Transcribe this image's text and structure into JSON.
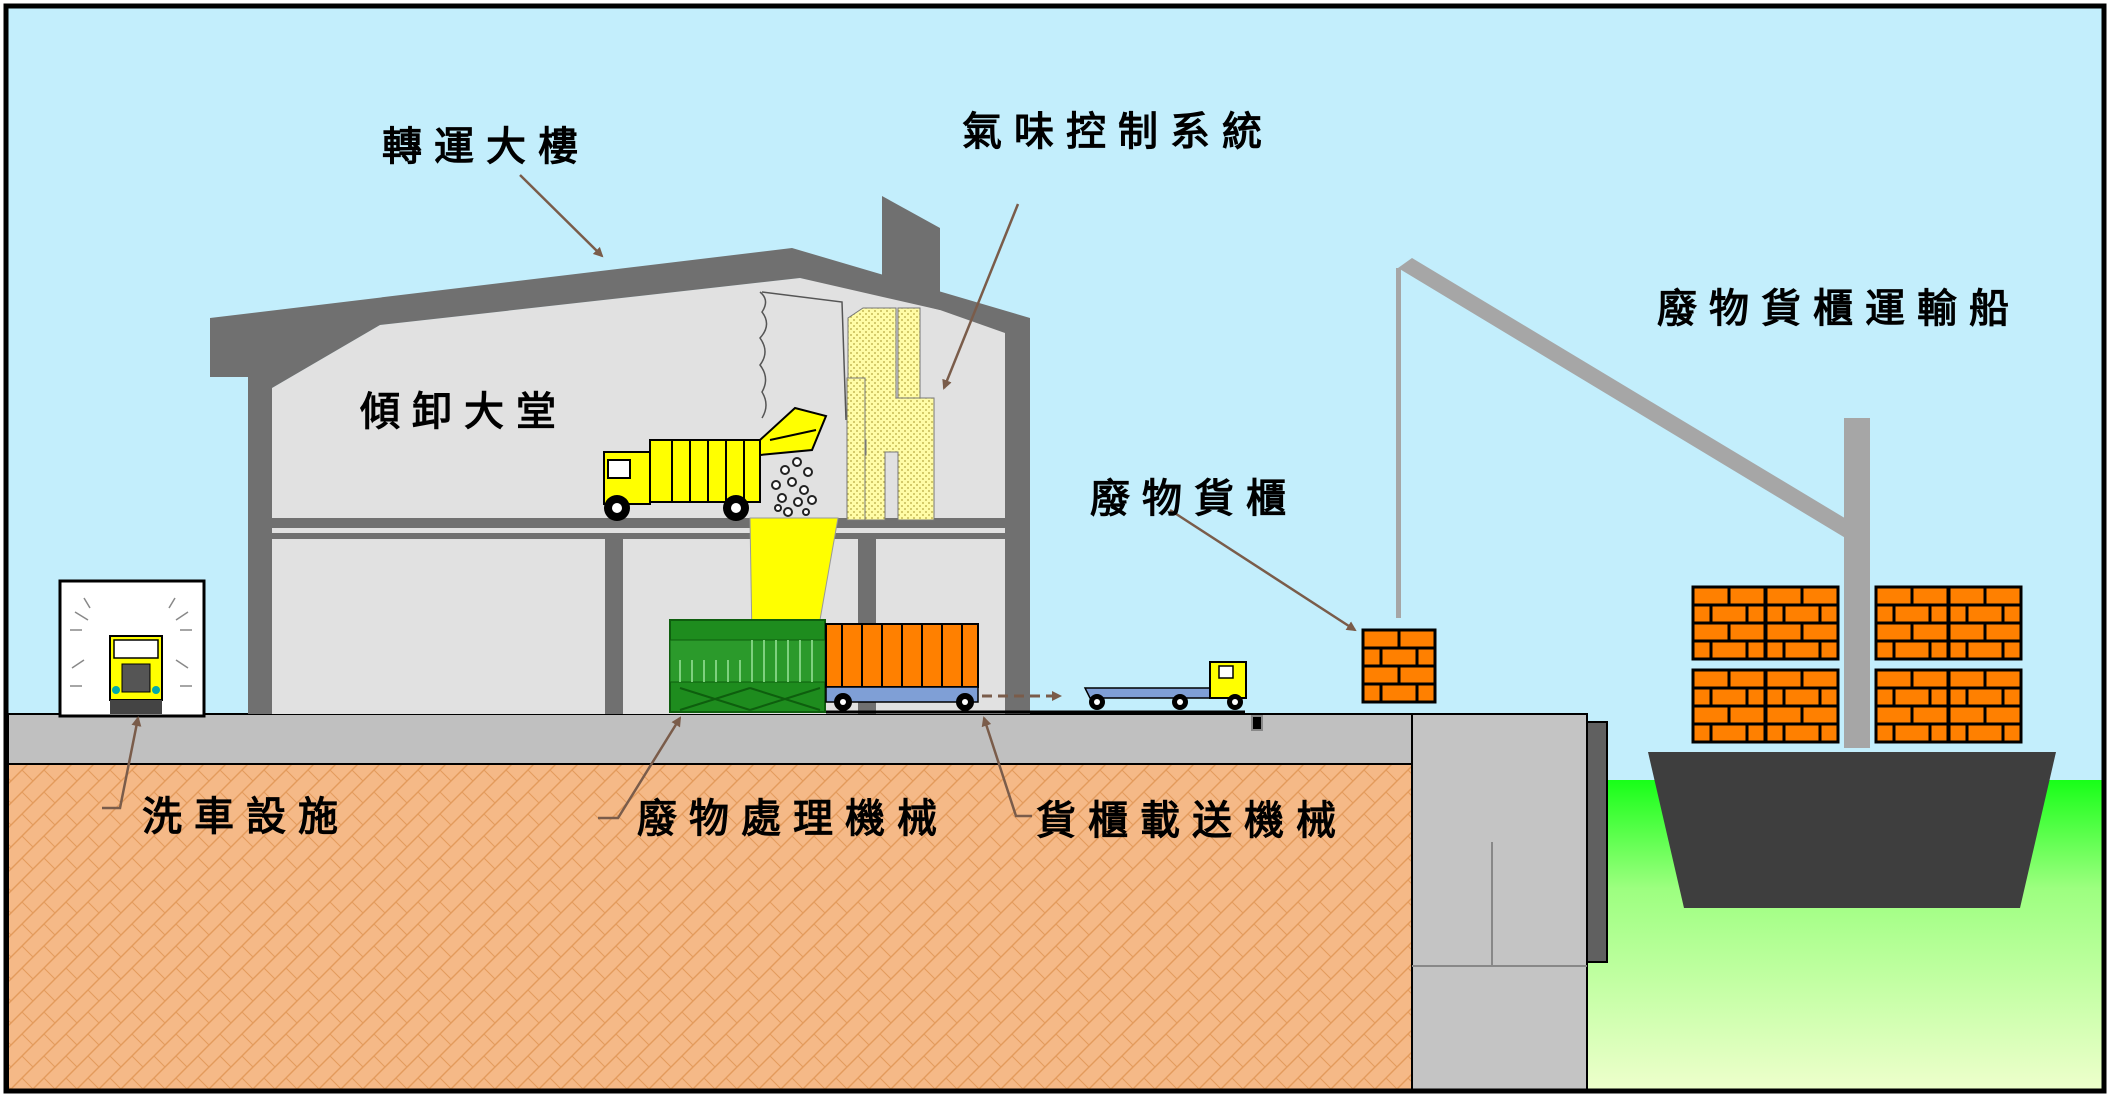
{
  "labels": {
    "transfer_building": "轉運大樓",
    "odor_control": "氣味控制系統",
    "tipping_hall": "傾卸大堂",
    "waste_container": "廢物貨櫃",
    "container_vessel": "廢物貨櫃運輸船",
    "vehicle_wash": "洗車設施",
    "waste_processing": "廢物處理機械",
    "container_transport": "貨櫃載送機械"
  },
  "colors": {
    "sky": "#c3eefc",
    "building_wall": "#e0e0e0",
    "building_frame": "#707070",
    "ground_fill": "#f5b987",
    "ground_hatch": "#e79a58",
    "container": "#ff8000",
    "truck": "#ffff00",
    "compactor": "#1e8c1e",
    "water_top": "#22ff22",
    "water_bottom": "#eaffc4",
    "ship_hull": "#3e3e3e",
    "leader_line": "#7a5c4a",
    "trailer": "#7f9fd6"
  },
  "icons": [
    "wash-truck-icon",
    "dump-truck-icon",
    "container-truck-icon",
    "crane-icon",
    "ship-icon"
  ]
}
